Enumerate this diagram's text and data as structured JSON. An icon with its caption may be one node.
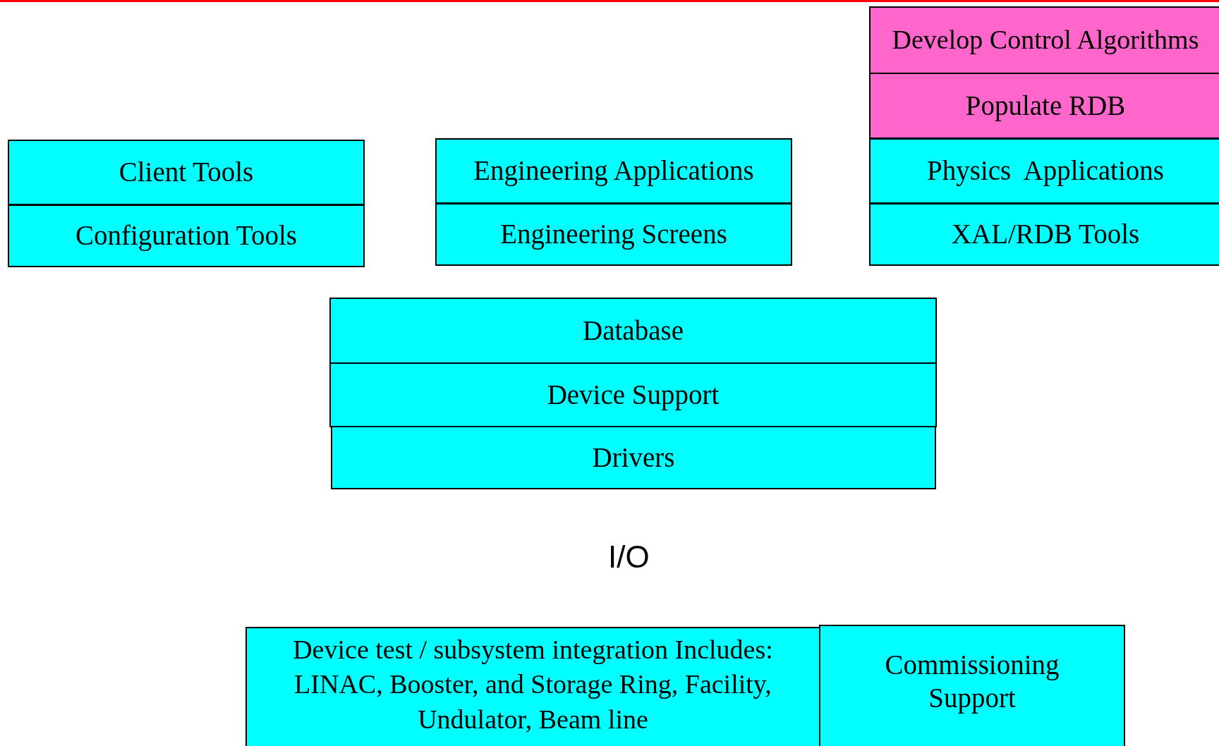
{
  "diagram": {
    "nodes": [
      {
        "text": [
          "Develop Control Algorithms"
        ]
      },
      {
        "text": [
          "Populate RDB"
        ]
      },
      {
        "text": [
          "Client Tools"
        ]
      },
      {
        "text": [
          "Engineering Applications"
        ]
      },
      {
        "text": [
          "Physics  Applications"
        ]
      },
      {
        "text": [
          "Configuration Tools"
        ]
      },
      {
        "text": [
          "Engineering Screens"
        ]
      },
      {
        "text": [
          "XAL/RDB Tools"
        ]
      },
      {
        "text": [
          "Database"
        ]
      },
      {
        "text": [
          "Device Support"
        ]
      },
      {
        "text": [
          "Drivers"
        ]
      },
      {
        "text": [
          "Device test / subsystem integration Includes: LINAC, Booster, and Storage Ring, Facility, Undulator, Beam line"
        ]
      },
      {
        "text": [
          "Commissioning Support"
        ]
      }
    ],
    "labels": [
      "I/O"
    ]
  }
}
